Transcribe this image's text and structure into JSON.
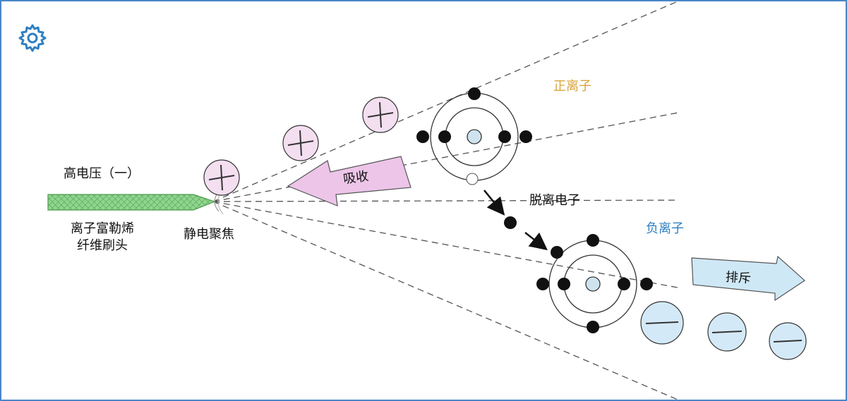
{
  "labels": {
    "high_voltage": "高电压（一）",
    "brush_line1": "离子富勒烯",
    "brush_line2": "纤维刷头",
    "focus": "静电聚焦",
    "absorb": "吸收",
    "detach": "脱离电子",
    "positive_ion": "正离子",
    "negative_ion": "负离子",
    "repel": "排斥"
  },
  "icons": {
    "settings": "gear-icon"
  },
  "colors": {
    "frame": "#4a86c8",
    "positive_label": "#d8a43c",
    "negative_label": "#2f7fc1",
    "positive_fill": "#f3dff0",
    "negative_fill": "#d4e9f7",
    "brush_fill": "#8fd48f",
    "absorb_arrow": "#ecc5e8",
    "repel_arrow": "#cfe8f6"
  }
}
